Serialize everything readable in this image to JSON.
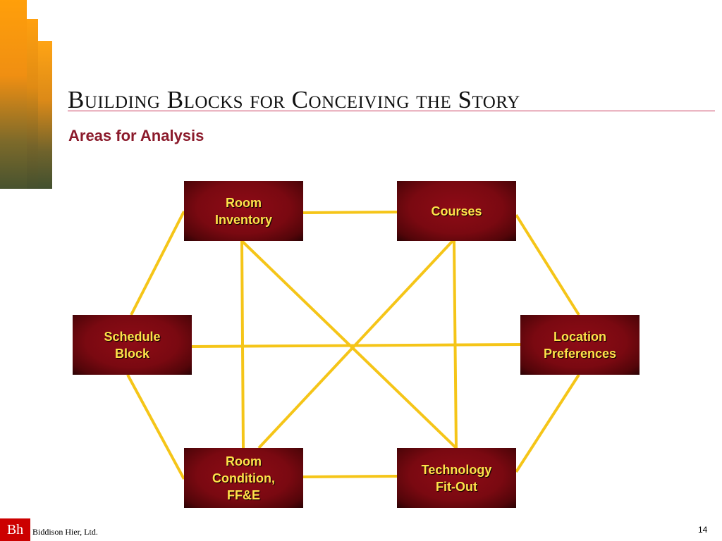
{
  "slide": {
    "title": "Building Blocks for Conceiving the Story",
    "subtitle": "Areas for Analysis",
    "page_number": "14"
  },
  "footer": {
    "logo_text": "Bh",
    "company": "Biddison Hier, Ltd."
  },
  "diagram": {
    "nodes": {
      "room_inventory": "Room\nInventory",
      "courses": "Courses",
      "schedule_block": "Schedule\nBlock",
      "location_preferences": "Location\nPreferences",
      "room_condition": "Room\nCondition,\nFF&E",
      "technology": "Technology\nFit-Out"
    },
    "connections": [
      [
        "room_inventory",
        "courses"
      ],
      [
        "room_inventory",
        "schedule_block"
      ],
      [
        "room_inventory",
        "room_condition"
      ],
      [
        "room_inventory",
        "technology"
      ],
      [
        "courses",
        "location_preferences"
      ],
      [
        "courses",
        "room_condition"
      ],
      [
        "courses",
        "technology"
      ],
      [
        "schedule_block",
        "location_preferences"
      ],
      [
        "schedule_block",
        "room_condition"
      ],
      [
        "location_preferences",
        "technology"
      ],
      [
        "room_condition",
        "technology"
      ]
    ],
    "colors": {
      "node_fill": "#7a0911",
      "node_text": "#ffe24a",
      "connector": "#f5c518",
      "title_rule": "#c8375a",
      "subtitle": "#8b1a2b"
    }
  }
}
